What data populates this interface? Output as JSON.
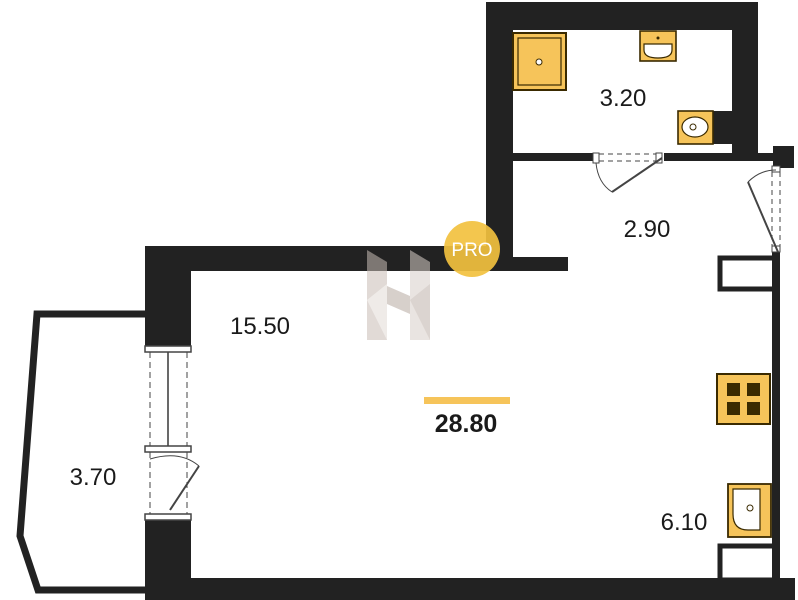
{
  "total_area": "28.80",
  "rooms": {
    "bathroom": "3.20",
    "hallway": "2.90",
    "living_room": "15.50",
    "balcony": "3.70",
    "kitchen": "6.10"
  },
  "badge": "PRO",
  "colors": {
    "wall": "#222222",
    "fixture_fill": "#f6c45a",
    "fixture_stroke": "#3a2a00",
    "accent_bar": "#f6c45a",
    "badge": "#f2c13f",
    "logo": "#c9c0bb"
  }
}
